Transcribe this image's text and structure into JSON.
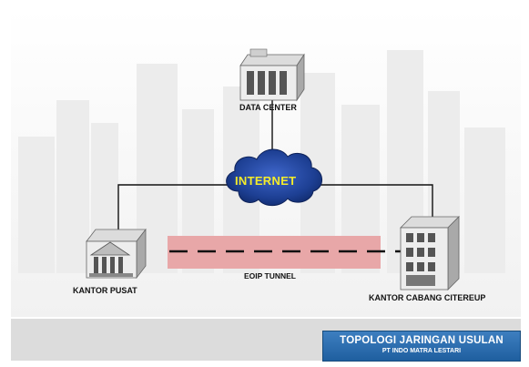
{
  "nodes": {
    "data_center": {
      "label": "DATA CENTER"
    },
    "internet": {
      "label": "INTERNET"
    },
    "kantor_pusat": {
      "label": "KANTOR PUSAT"
    },
    "kantor_cabang": {
      "label": "KANTOR CABANG CITEREUP"
    }
  },
  "tunnel": {
    "label": "EOIP TUNNEL"
  },
  "title": {
    "main": "TOPOLOGI JARINGAN USULAN",
    "sub": "PT INDO MATRA LESTARI"
  },
  "colors": {
    "tunnel_fill": "#e8a7a8",
    "cloud_fill": "#1d3f93",
    "internet_text": "#f4ec2a",
    "title_bg": "#2a6fb4",
    "band": "#dcdcdc"
  }
}
